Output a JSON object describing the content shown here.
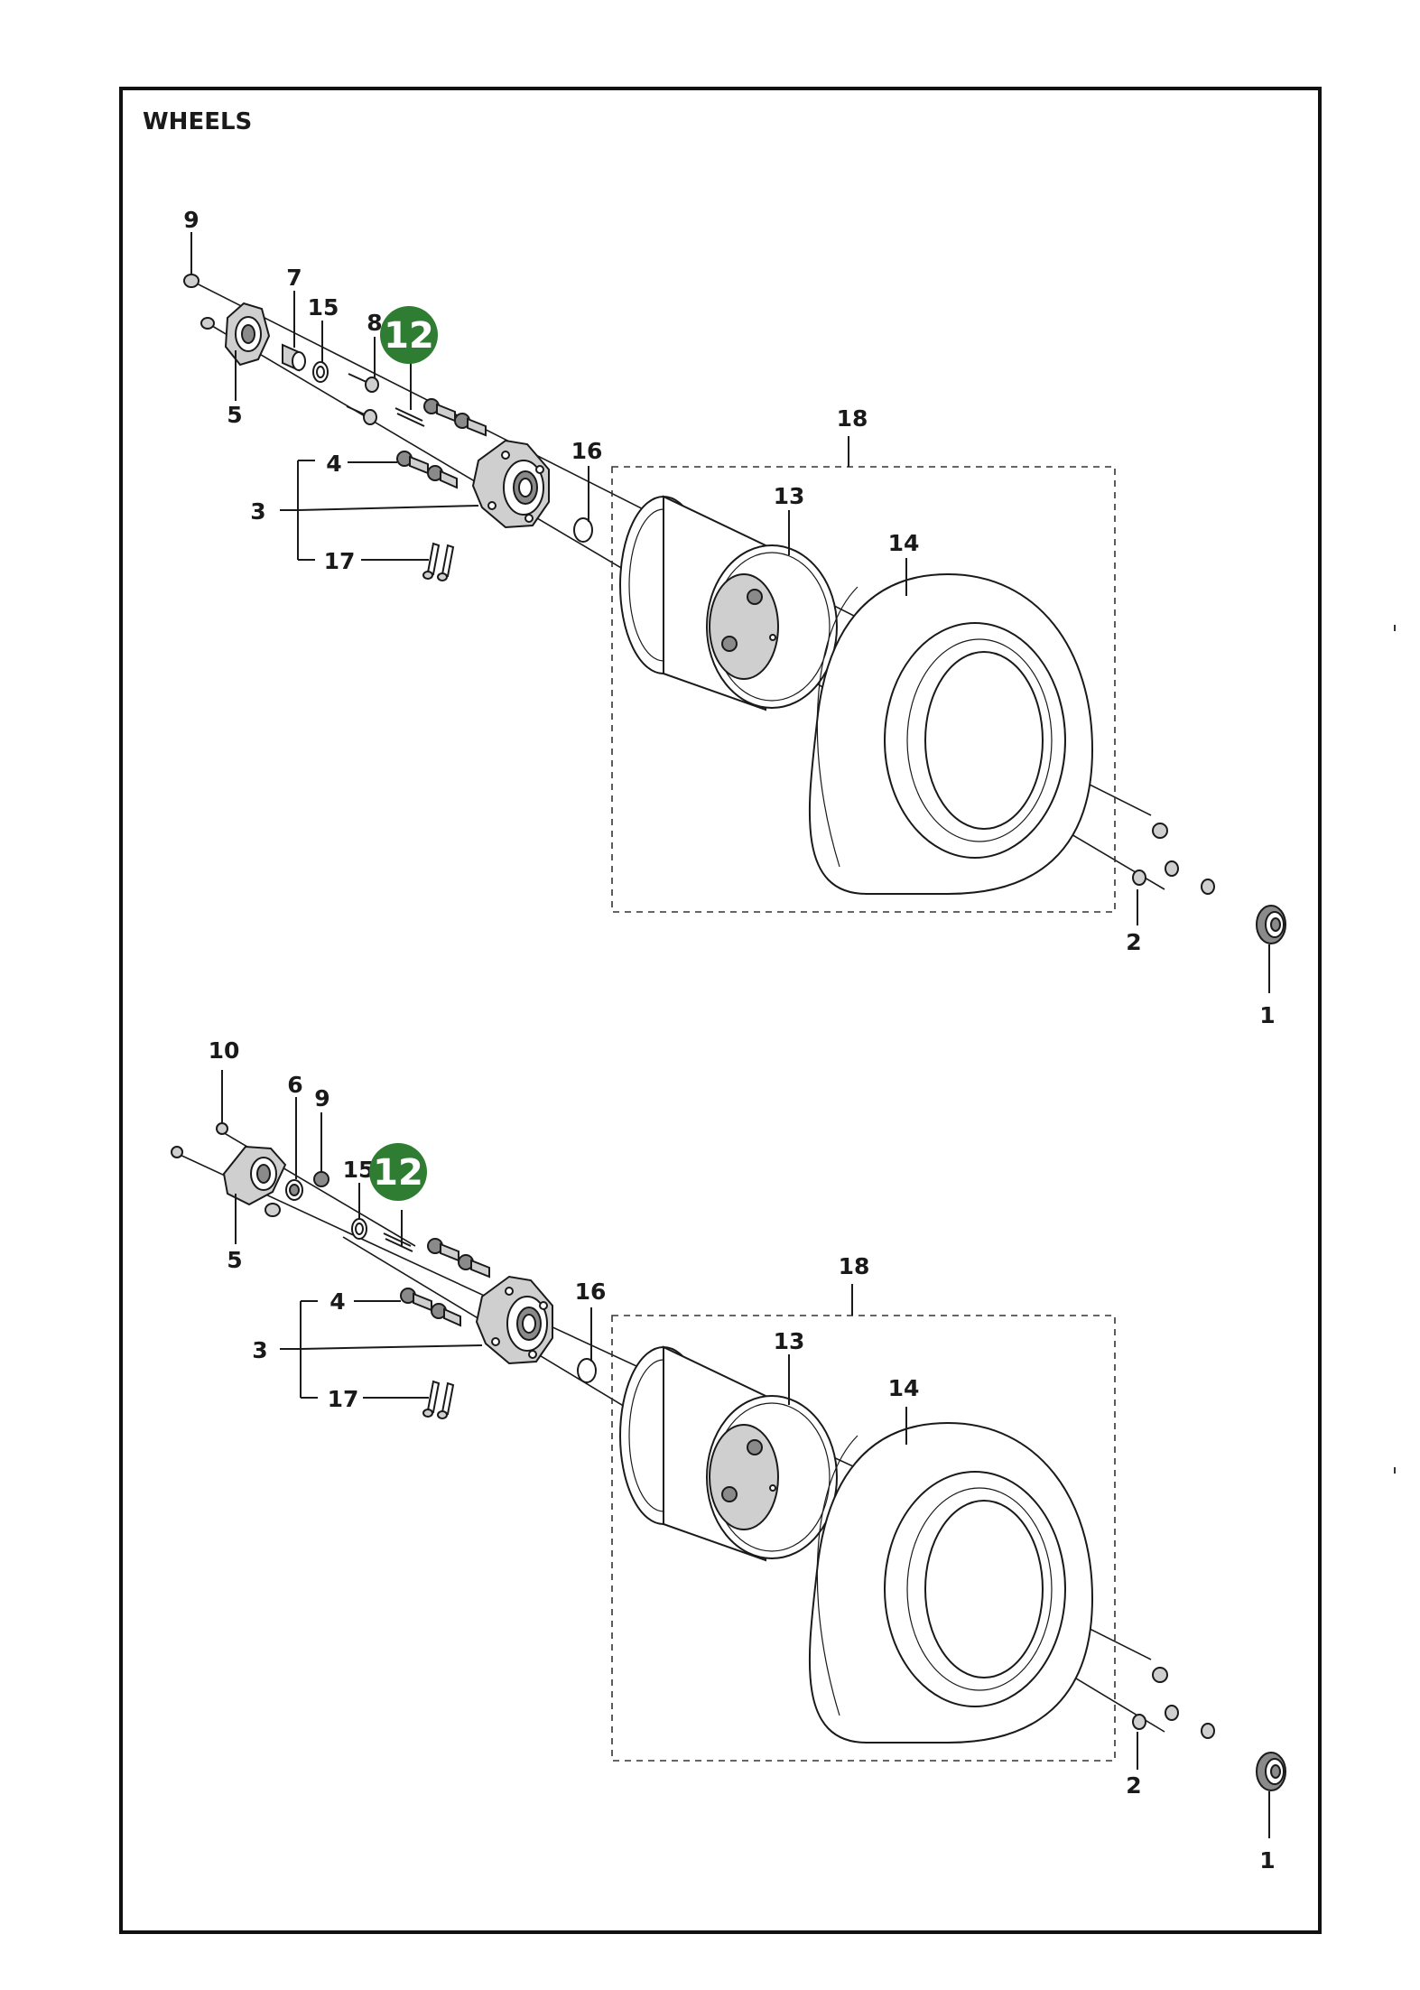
{
  "title": "WHEELS",
  "colors": {
    "badge": "#2e7d32",
    "line": "#1a1a1a",
    "frame": "#111111"
  },
  "assemblies": [
    {
      "callouts": {
        "c1": "1",
        "c2": "2",
        "c3": "3",
        "c4": "4",
        "c5": "5",
        "c6": "",
        "c7": "7",
        "c8": "8",
        "c9": "9",
        "c10": "",
        "c13": "13",
        "c14": "14",
        "c15": "15",
        "c16": "16",
        "c17": "17",
        "c18": "18"
      },
      "highlight": "12"
    },
    {
      "callouts": {
        "c1": "1",
        "c2": "2",
        "c3": "3",
        "c4": "4",
        "c5": "5",
        "c6": "6",
        "c7": "",
        "c8": "",
        "c9": "9",
        "c10": "10",
        "c13": "13",
        "c14": "14",
        "c15": "15",
        "c16": "16",
        "c17": "17",
        "c18": "18"
      },
      "highlight": "12"
    }
  ]
}
